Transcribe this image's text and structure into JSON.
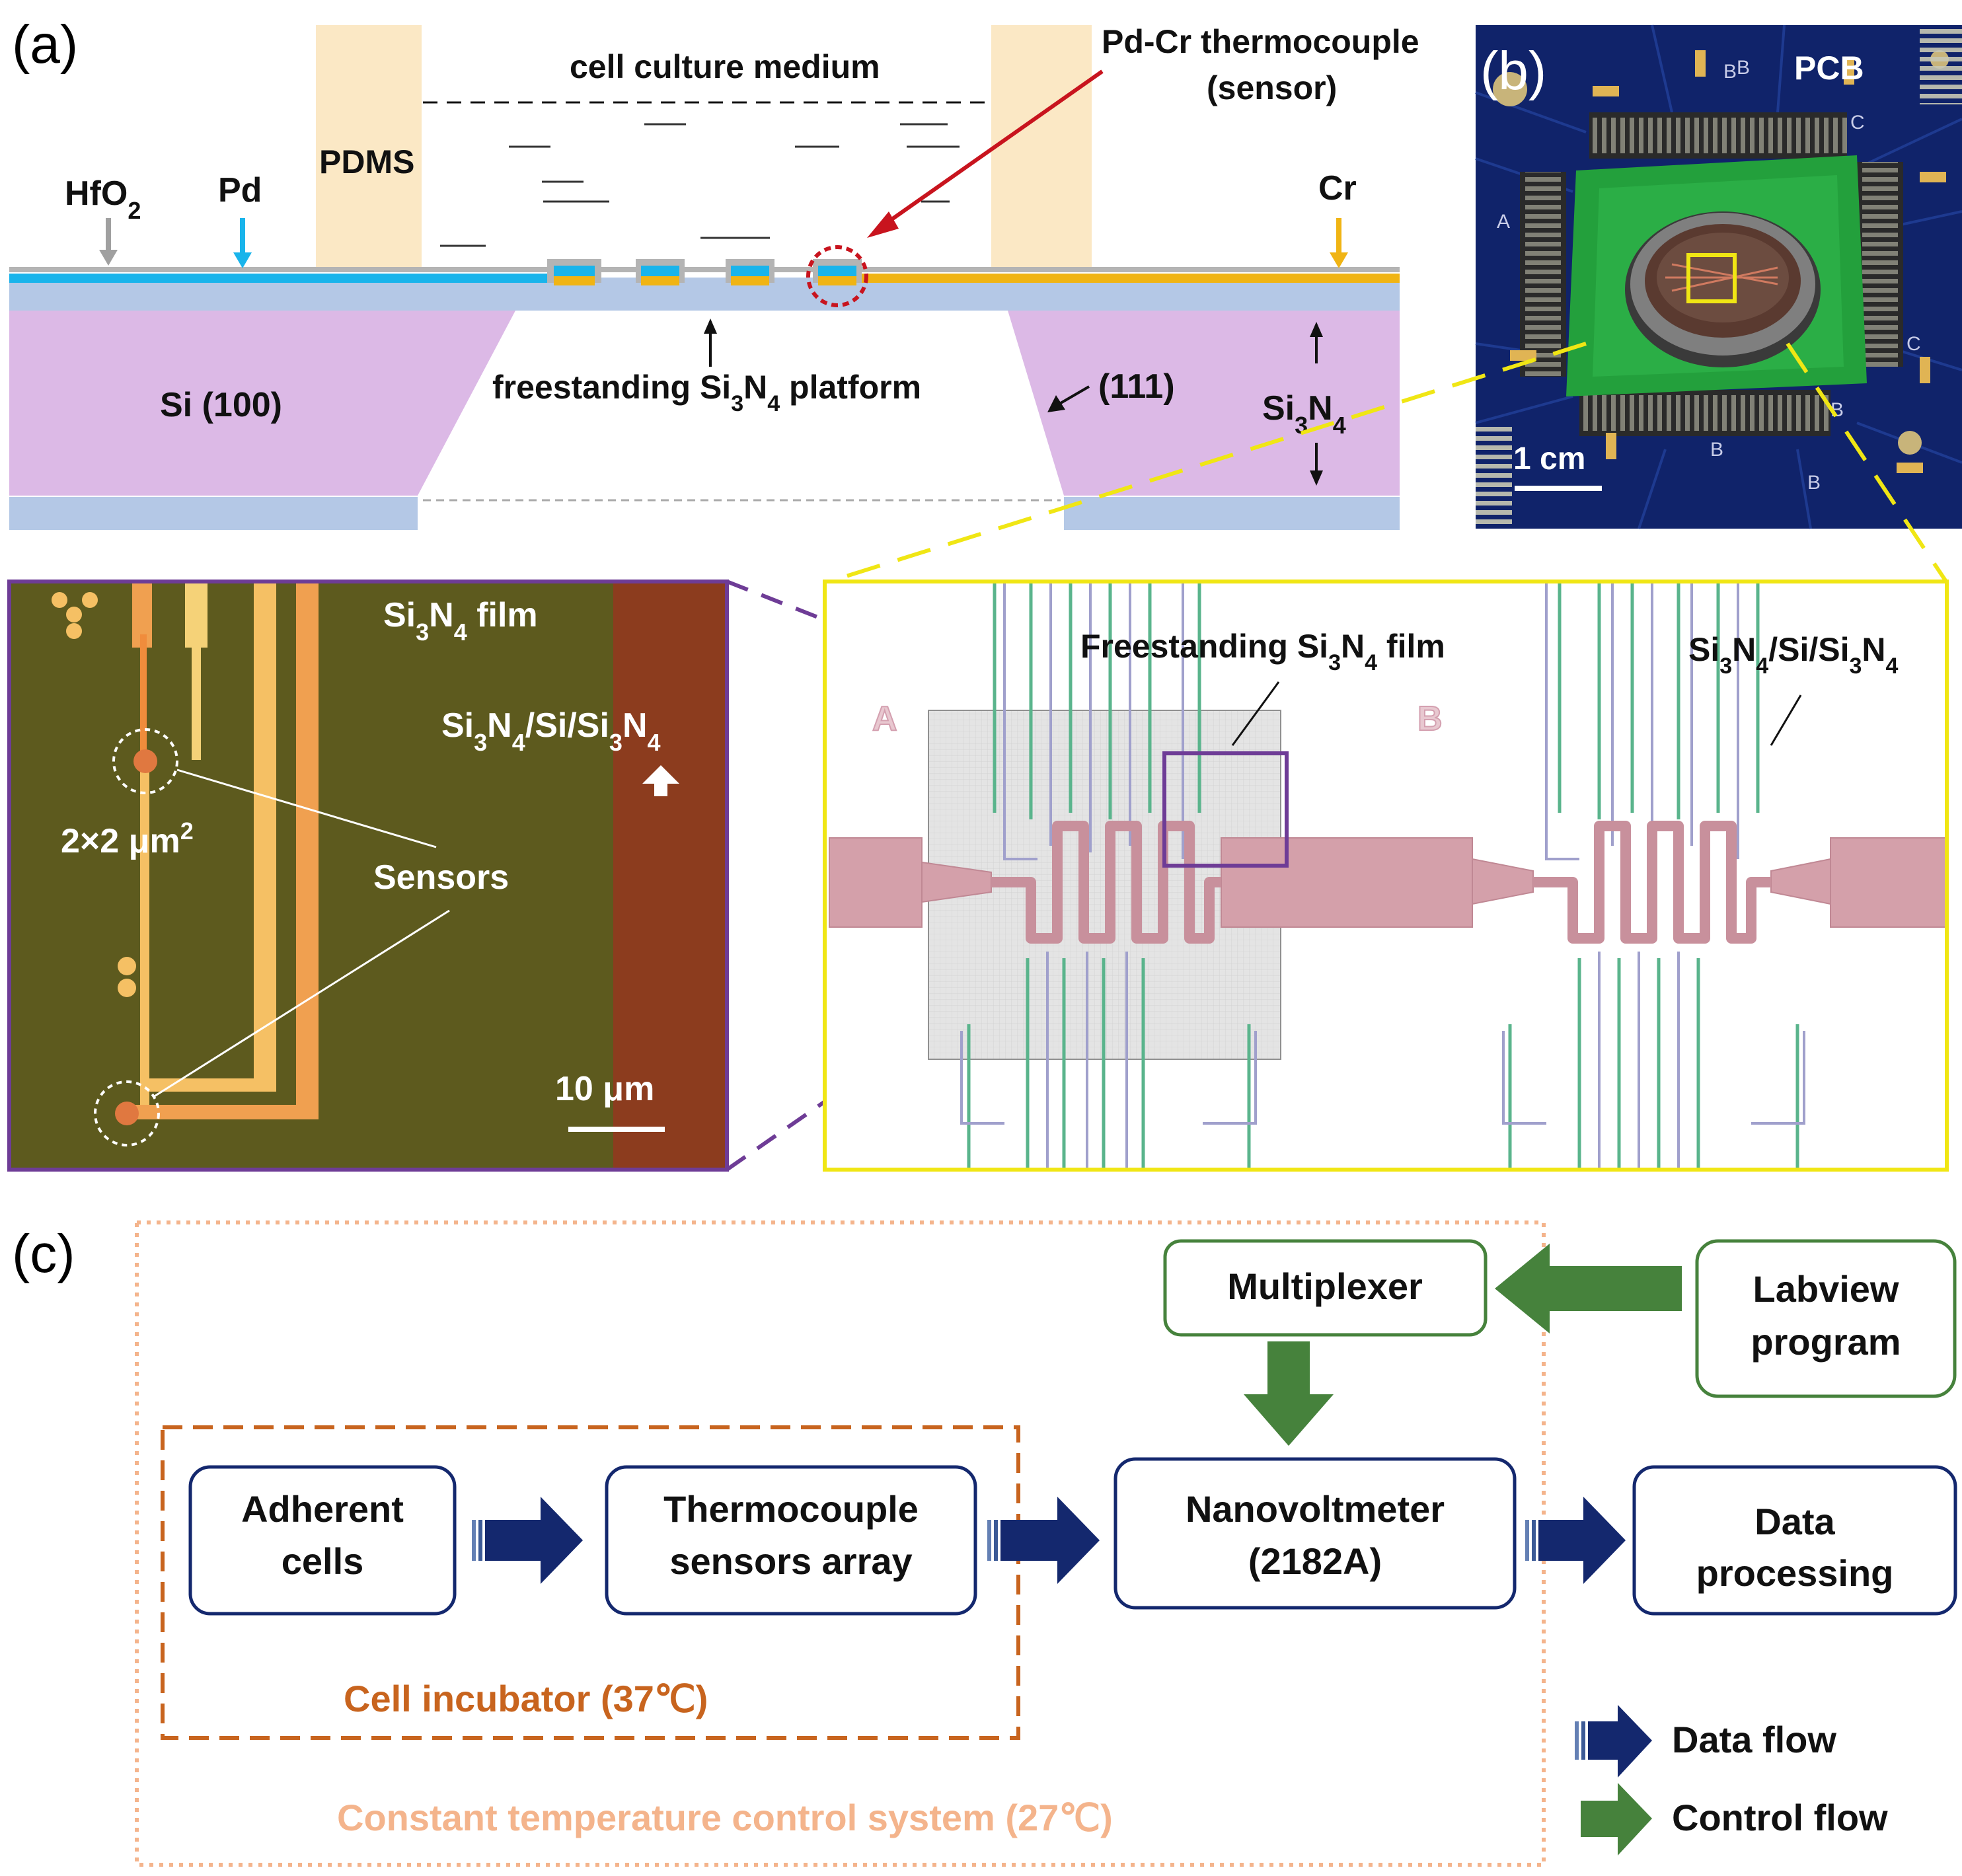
{
  "panel_a": {
    "label": "(a)",
    "medium": "cell culture medium",
    "pdms": "PDMS",
    "thermocouple": "Pd-Cr thermocouple",
    "sensor_word": "(sensor)",
    "hfo2_base": "HfO",
    "hfo2_sub": "2",
    "pd": "Pd",
    "cr": "Cr",
    "si100": "Si (100)",
    "platform_pre": "freestanding Si",
    "platform_sub1": "3",
    "platform_mid": "N",
    "platform_sub2": "4",
    "platform_post": " platform",
    "si111": "(111)",
    "si3n4_a": "Si",
    "si3n4_sub1": "3",
    "si3n4_b": "N",
    "si3n4_sub2": "4"
  },
  "panel_b": {
    "label": "(b)",
    "pcb": "PCB",
    "scale": "1 cm",
    "silk_letters": [
      "B",
      "B",
      "C",
      "C",
      "A",
      "B",
      "B",
      "B"
    ]
  },
  "micro": {
    "film_a": "Si",
    "film_s1": "3",
    "film_b": "N",
    "film_s2": "4",
    "film_c": " film",
    "stack_a": "Si",
    "stack_s1": "3",
    "stack_b": "N",
    "stack_s2": "4",
    "stack_c": "/Si/Si",
    "stack_s3": "3",
    "stack_d": "N",
    "stack_s4": "4",
    "size_pre": "2×2 μm",
    "size_sup": "2",
    "sensors": "Sensors",
    "scale": "10 μm"
  },
  "layout_view": {
    "free_pre": "Freestanding Si",
    "free_s1": "3",
    "free_mid": "N",
    "free_s2": "4",
    "free_post": " film",
    "stack_a": "Si",
    "stack_s1": "3",
    "stack_b": "N",
    "stack_s2": "4",
    "stack_c": "/Si/Si",
    "stack_s3": "3",
    "stack_d": "N",
    "stack_s4": "4",
    "letter_a": "A",
    "letter_b": "B"
  },
  "panel_c": {
    "label": "(c)",
    "multiplexer": "Multiplexer",
    "labview_1": "Labview",
    "labview_2": "program",
    "adherent_1": "Adherent",
    "adherent_2": "cells",
    "tc_1": "Thermocouple",
    "tc_2": "sensors array",
    "nv_1": "Nanovoltmeter",
    "nv_2": "(2182A)",
    "dp_1": "Data",
    "dp_2": "processing",
    "incubator": "Cell incubator (37℃)",
    "constant": "Constant temperature control system (27℃)",
    "legend_data": "Data flow",
    "legend_control": "Control flow"
  },
  "colors": {
    "si_substrate": "#dcb9e6",
    "si3n4_layer": "#b4c8e6",
    "pd_layer": "#19b4eb",
    "cr_layer": "#f0b414",
    "pdms": "#fbe8c5",
    "red_arrow": "#c8141e",
    "pcb_blue": "#10236a",
    "pcb_green": "#23a03c",
    "micro_film": "#5d5a1e",
    "micro_stack": "#8c3c1e",
    "micro_lead": "#f0a050",
    "yellow_frame": "#f0e614",
    "purple_frame": "#6e3c96",
    "data_arrow": "#14286e",
    "control_arrow": "#46823c",
    "incubator_orange": "#c8641e",
    "constant_peach": "#f4b48c"
  }
}
